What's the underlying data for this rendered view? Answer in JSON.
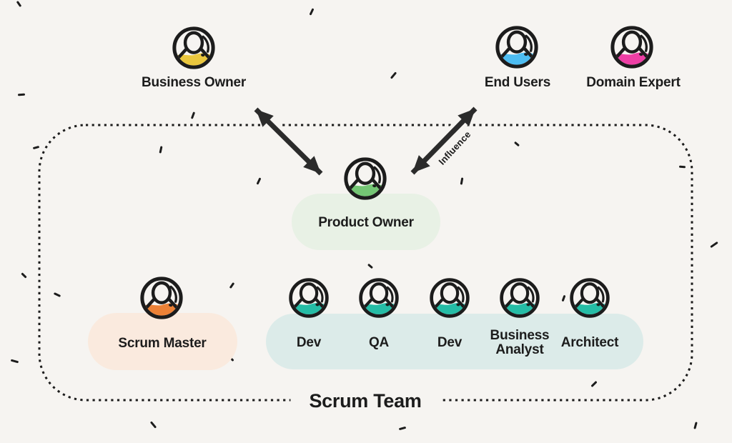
{
  "diagram_title": "Scrum Team",
  "colors": {
    "background": "#f6f4f1",
    "ink": "#1c1c1c",
    "yellow": "#eac73e",
    "blue": "#4dbdf2",
    "pink": "#ee3fa5",
    "green": "#74c674",
    "green_pill": "#e8f1e5",
    "orange": "#ec8136",
    "peach_pill": "#faeade",
    "teal": "#25bda6",
    "teal_pill": "#dcebe9"
  },
  "external_roles": [
    {
      "label": "Business Owner",
      "icon": "person-icon"
    },
    {
      "label": "End Users",
      "icon": "person-icon"
    },
    {
      "label": "Domain Expert",
      "icon": "person-icon"
    }
  ],
  "product_owner": {
    "label": "Product Owner",
    "icon": "person-icon"
  },
  "influence_arrow_label": "Influence",
  "scrum_team": {
    "label": "Scrum Team",
    "scrum_master": {
      "label": "Scrum Master",
      "icon": "person-icon"
    },
    "members": [
      {
        "label": "Dev",
        "icon": "person-icon"
      },
      {
        "label": "QA",
        "icon": "person-icon"
      },
      {
        "label": "Dev",
        "icon": "person-icon"
      },
      {
        "label": "Business Analyst",
        "icon": "person-icon"
      },
      {
        "label": "Architect",
        "icon": "person-icon"
      }
    ]
  },
  "decor": {
    "confetti": [
      [
        22,
        4,
        55,
        9
      ],
      [
        431,
        15,
        -65,
        10
      ],
      [
        25,
        131,
        -5,
        10
      ],
      [
        265,
        160,
        -70,
        10
      ],
      [
        46,
        205,
        -15,
        9
      ],
      [
        220,
        208,
        -78,
        10
      ],
      [
        357,
        252,
        -65,
        10
      ],
      [
        545,
        104,
        -50,
        11
      ],
      [
        719,
        200,
        40,
        8
      ],
      [
        950,
        232,
        5,
        9
      ],
      [
        641,
        252,
        -80,
        10
      ],
      [
        29,
        384,
        45,
        9
      ],
      [
        75,
        411,
        25,
        10
      ],
      [
        15,
        504,
        15,
        11
      ],
      [
        320,
        398,
        -55,
        9
      ],
      [
        318,
        500,
        45,
        10
      ],
      [
        209,
        593,
        50,
        11
      ],
      [
        993,
        341,
        -35,
        12
      ],
      [
        784,
        416,
        -70,
        9
      ],
      [
        645,
        454,
        -75,
        9
      ],
      [
        826,
        536,
        -45,
        10
      ],
      [
        558,
        598,
        -15,
        10
      ],
      [
        968,
        594,
        -75,
        10
      ],
      [
        514,
        371,
        40,
        8
      ]
    ]
  }
}
